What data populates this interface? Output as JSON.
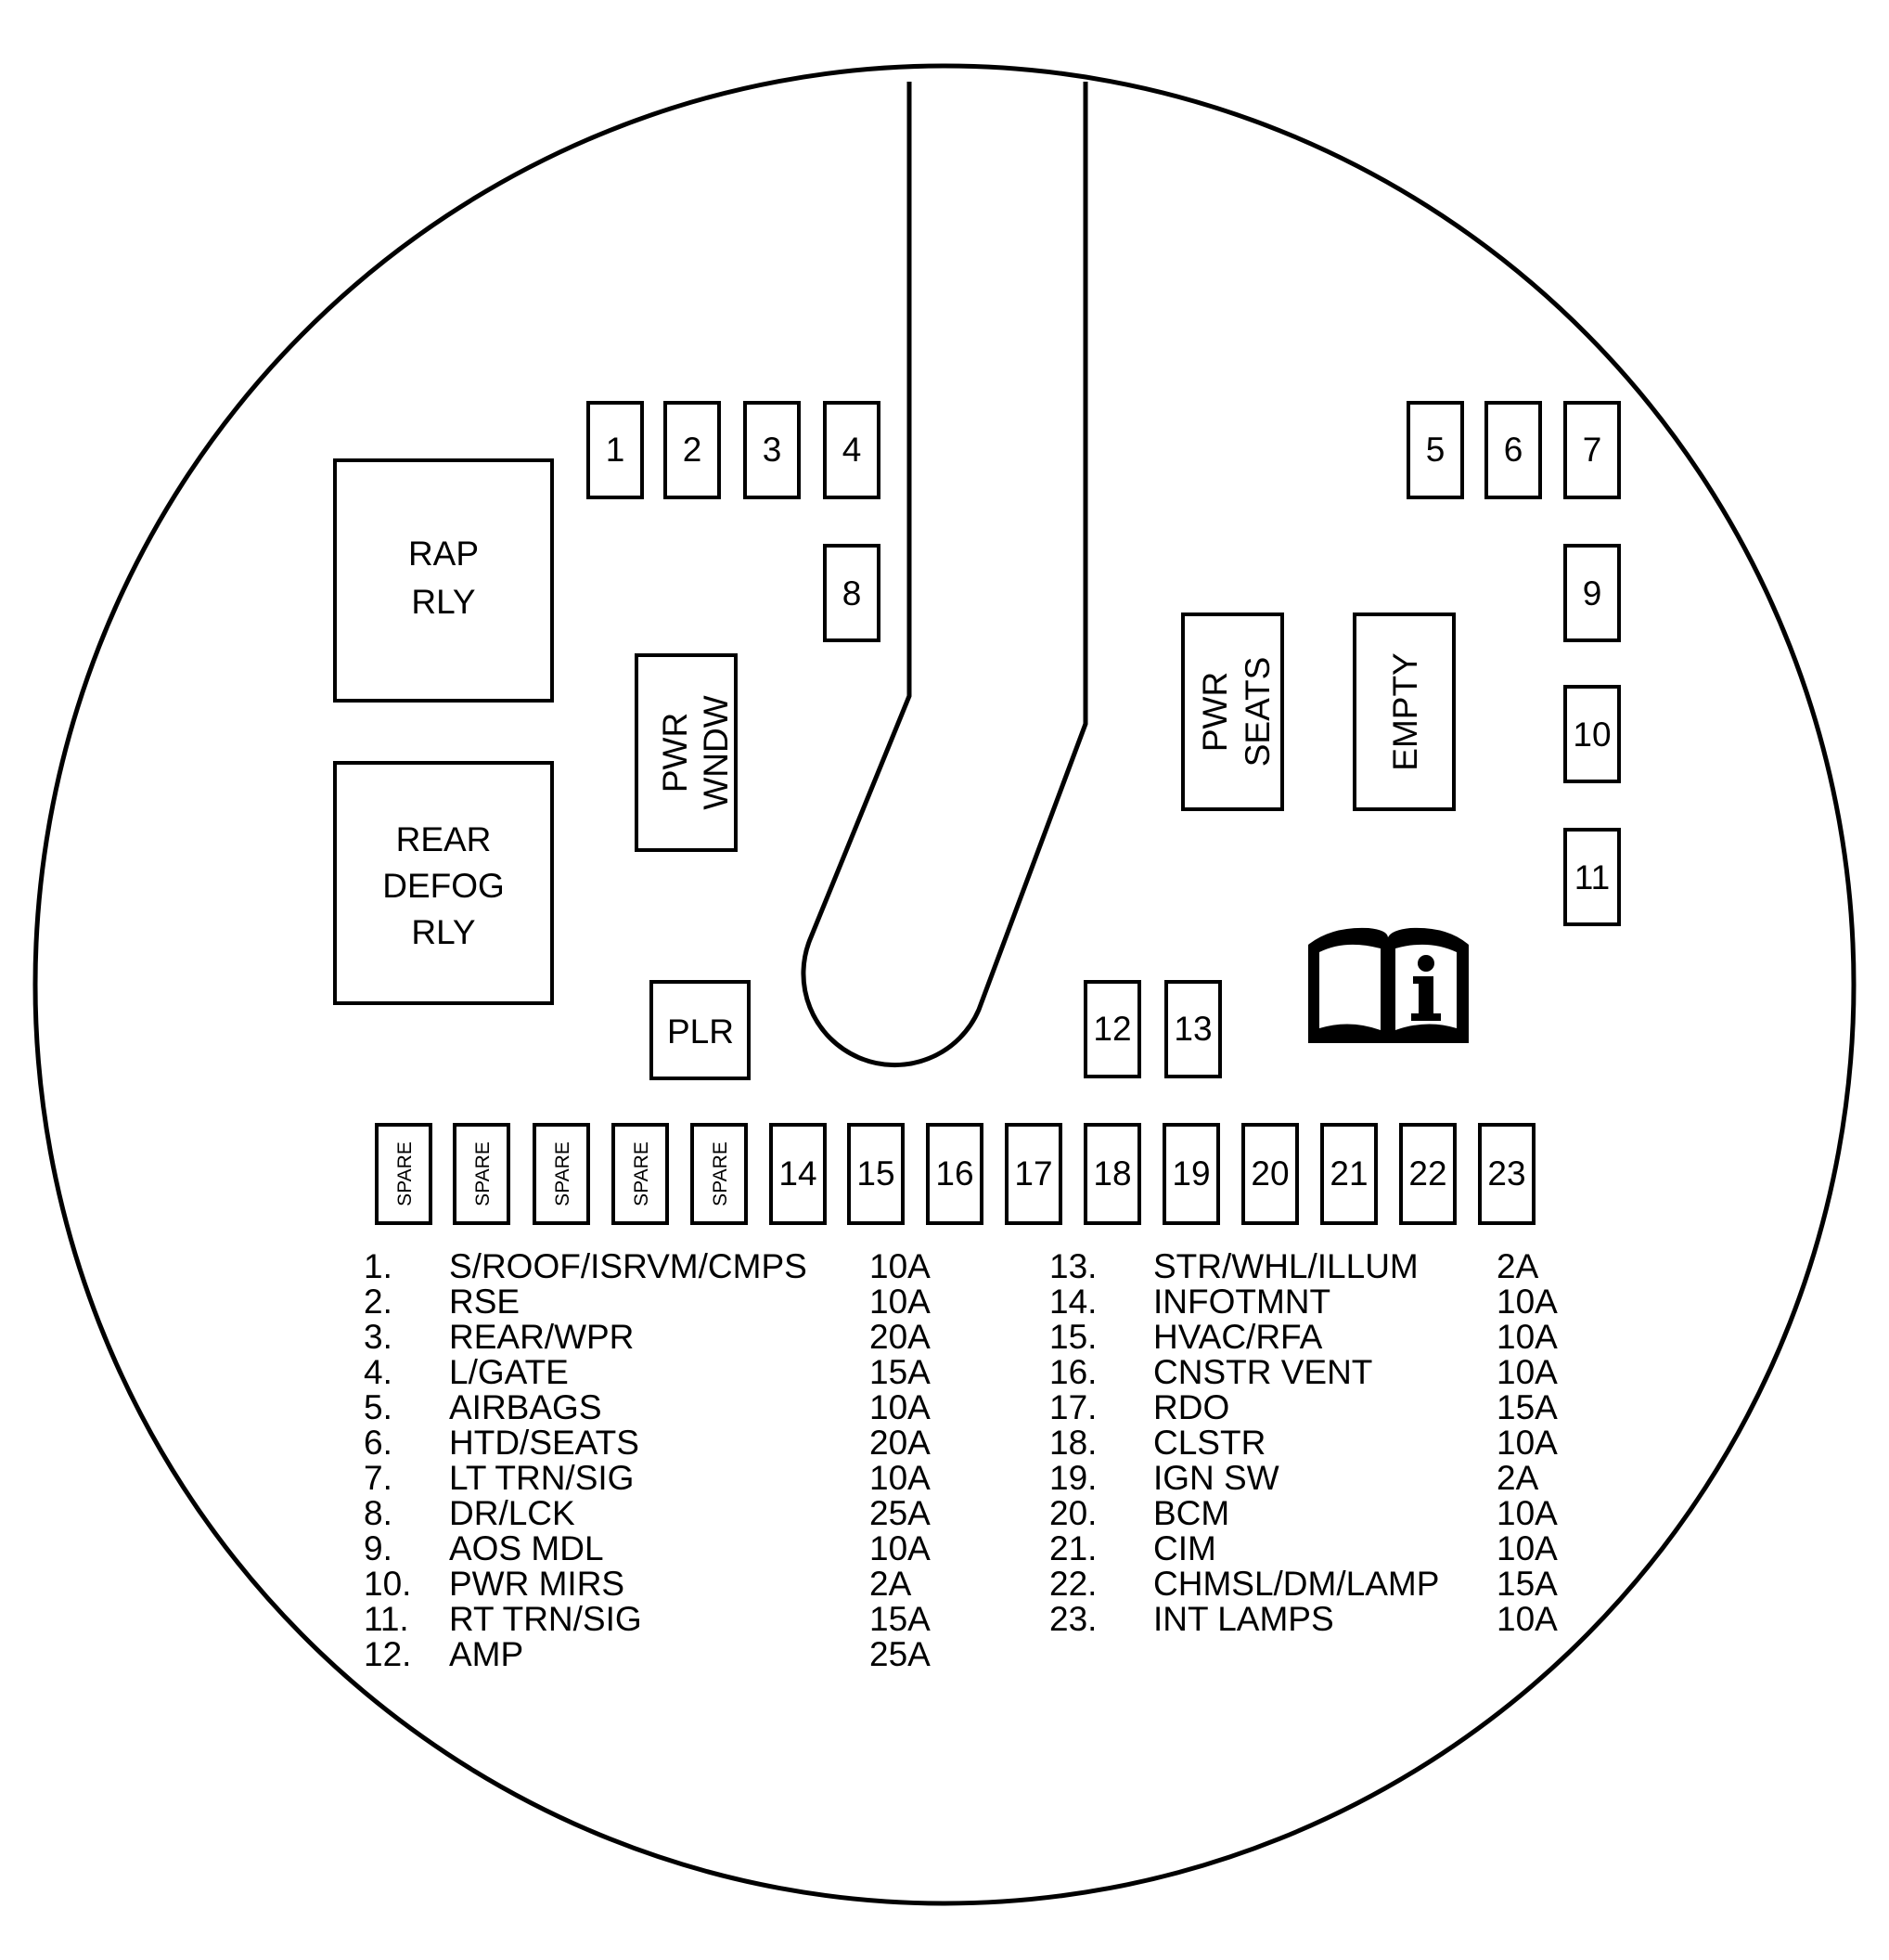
{
  "relays": {
    "rap": [
      "RAP",
      "RLY"
    ],
    "rear_defog": [
      "REAR",
      "DEFOG",
      "RLY"
    ],
    "pwr_wndw": [
      "PWR",
      "WNDW"
    ],
    "pwr_seats": [
      "PWR",
      "SEATS"
    ],
    "empty": "EMPTY",
    "plr": "PLR"
  },
  "fuse_numbers": {
    "f1": "1",
    "f2": "2",
    "f3": "3",
    "f4": "4",
    "f5": "5",
    "f6": "6",
    "f7": "7",
    "f8": "8",
    "f9": "9",
    "f10": "10",
    "f11": "11",
    "f12": "12",
    "f13": "13",
    "f14": "14",
    "f15": "15",
    "f16": "16",
    "f17": "17",
    "f18": "18",
    "f19": "19",
    "f20": "20",
    "f21": "21",
    "f22": "22",
    "f23": "23"
  },
  "spare_label": "SPARE",
  "icon": "owner-manual-info-icon",
  "legend_left": [
    {
      "num": "1.",
      "name": "S/ROOF/ISRVM/CMPS",
      "amp": "10A"
    },
    {
      "num": "2.",
      "name": "RSE",
      "amp": "10A"
    },
    {
      "num": "3.",
      "name": "REAR/WPR",
      "amp": "20A"
    },
    {
      "num": "4.",
      "name": "L/GATE",
      "amp": "15A"
    },
    {
      "num": "5.",
      "name": "AIRBAGS",
      "amp": "10A"
    },
    {
      "num": "6.",
      "name": "HTD/SEATS",
      "amp": "20A"
    },
    {
      "num": "7.",
      "name": "LT TRN/SIG",
      "amp": "10A"
    },
    {
      "num": "8.",
      "name": "DR/LCK",
      "amp": "25A"
    },
    {
      "num": "9.",
      "name": "AOS MDL",
      "amp": "10A"
    },
    {
      "num": "10.",
      "name": "PWR MIRS",
      "amp": "2A"
    },
    {
      "num": "11.",
      "name": "RT TRN/SIG",
      "amp": "15A"
    },
    {
      "num": "12.",
      "name": "AMP",
      "amp": "25A"
    }
  ],
  "legend_right": [
    {
      "num": "13.",
      "name": "STR/WHL/ILLUM",
      "amp": "2A"
    },
    {
      "num": "14.",
      "name": "INFOTMNT",
      "amp": "10A"
    },
    {
      "num": "15.",
      "name": "HVAC/RFA",
      "amp": "10A"
    },
    {
      "num": "16.",
      "name": "CNSTR VENT",
      "amp": "10A"
    },
    {
      "num": "17.",
      "name": "RDO",
      "amp": "15A"
    },
    {
      "num": "18.",
      "name": "CLSTR",
      "amp": "10A"
    },
    {
      "num": "19.",
      "name": "IGN SW",
      "amp": "2A"
    },
    {
      "num": "20.",
      "name": "BCM",
      "amp": "10A"
    },
    {
      "num": "21.",
      "name": "CIM",
      "amp": "10A"
    },
    {
      "num": "22.",
      "name": "CHMSL/DM/LAMP",
      "amp": "15A"
    },
    {
      "num": "23.",
      "name": "INT LAMPS",
      "amp": "10A"
    }
  ]
}
